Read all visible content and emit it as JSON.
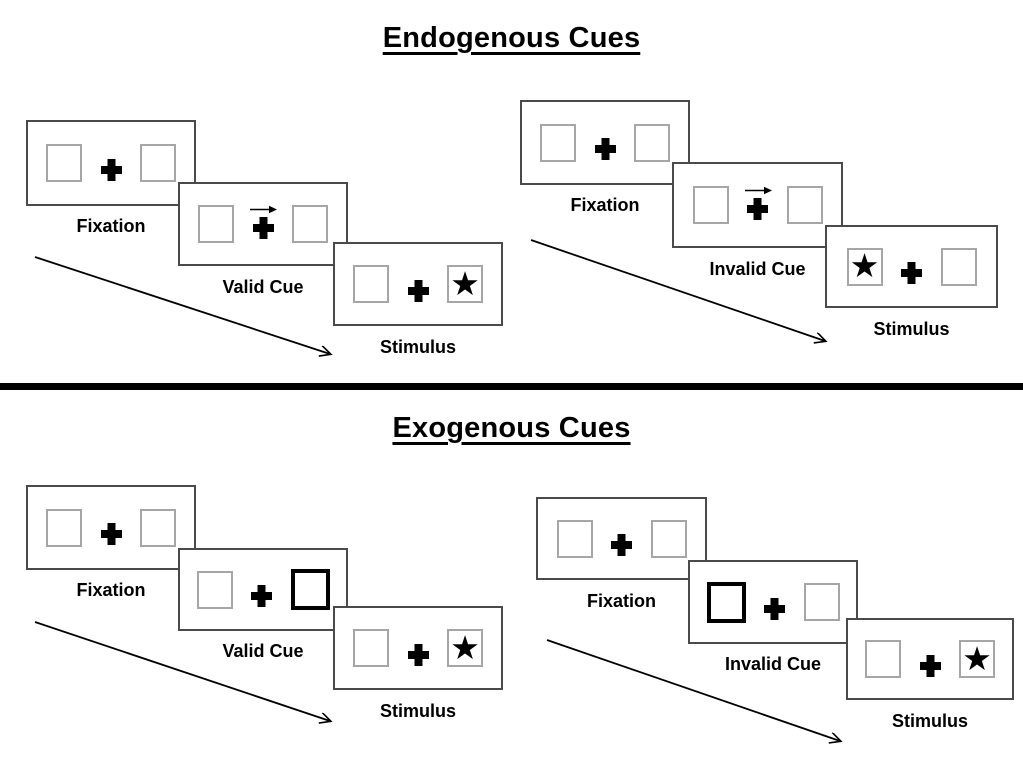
{
  "diagram": {
    "kind": "spatial-cueing-paradigm",
    "sections": [
      {
        "title": "Endogenous Cues",
        "groups": [
          {
            "name": "valid-trial",
            "panels": [
              {
                "label": "Fixation",
                "left_box": "plain",
                "right_box": "plain",
                "cue_arrow": false
              },
              {
                "label": "Valid Cue",
                "left_box": "plain",
                "right_box": "plain",
                "cue_arrow": true
              },
              {
                "label": "Stimulus",
                "left_box": "plain",
                "right_box": "star",
                "cue_arrow": false
              }
            ]
          },
          {
            "name": "invalid-trial",
            "panels": [
              {
                "label": "Fixation",
                "left_box": "plain",
                "right_box": "plain",
                "cue_arrow": false
              },
              {
                "label": "Invalid Cue",
                "left_box": "plain",
                "right_box": "plain",
                "cue_arrow": true
              },
              {
                "label": "Stimulus",
                "left_box": "star",
                "right_box": "plain",
                "cue_arrow": false
              }
            ]
          }
        ]
      },
      {
        "title": "Exogenous Cues",
        "groups": [
          {
            "name": "valid-trial",
            "panels": [
              {
                "label": "Fixation",
                "left_box": "plain",
                "right_box": "plain",
                "cue_arrow": false
              },
              {
                "label": "Valid Cue",
                "left_box": "plain",
                "right_box": "bold",
                "cue_arrow": false
              },
              {
                "label": "Stimulus",
                "left_box": "plain",
                "right_box": "star",
                "cue_arrow": false
              }
            ]
          },
          {
            "name": "invalid-trial",
            "panels": [
              {
                "label": "Fixation",
                "left_box": "plain",
                "right_box": "plain",
                "cue_arrow": false
              },
              {
                "label": "Invalid Cue",
                "left_box": "bold",
                "right_box": "plain",
                "cue_arrow": false
              },
              {
                "label": "Stimulus",
                "left_box": "plain",
                "right_box": "star",
                "cue_arrow": false
              }
            ]
          }
        ]
      }
    ]
  },
  "icons": {
    "fixation_cross": "plus-icon",
    "cue_arrow": "right-arrow-icon",
    "stimulus_star": "star-icon",
    "star_glyph": "★"
  },
  "colors": {
    "background": "#ffffff",
    "ink": "#000000",
    "panel_border": "#4a4a4a",
    "box_border": "#a6a6a6"
  }
}
